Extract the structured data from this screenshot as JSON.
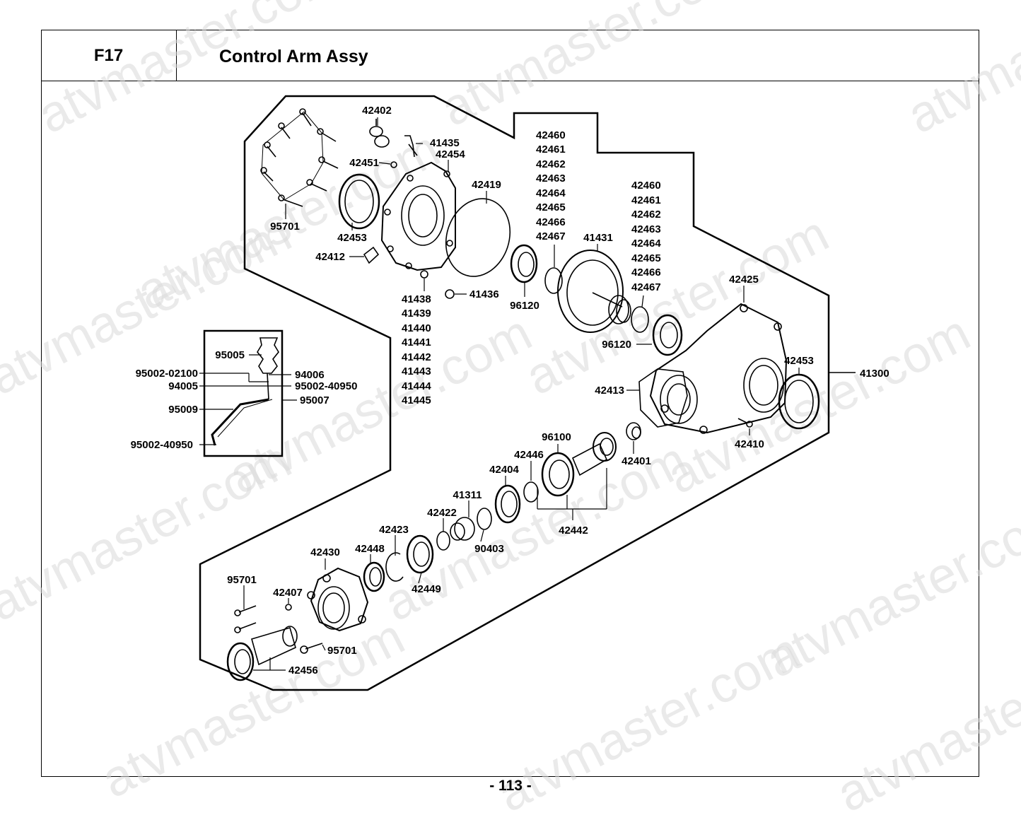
{
  "header": {
    "code": "F17",
    "title": "Control Arm Assy"
  },
  "page_number": "- 113 -",
  "watermark": "atvmaster.com",
  "assembly_number": "41300",
  "callouts": [
    {
      "id": "c1",
      "text": "42402"
    },
    {
      "id": "c2",
      "text": "41435"
    },
    {
      "id": "c3",
      "text": "42454"
    },
    {
      "id": "c4",
      "text": "42451"
    },
    {
      "id": "c5",
      "text": "42419"
    },
    {
      "id": "c6",
      "text": "95701"
    },
    {
      "id": "c7",
      "text": "42453"
    },
    {
      "id": "c8",
      "text": "42412"
    },
    {
      "id": "c9",
      "text": "41436"
    },
    {
      "id": "c10",
      "text": "96120"
    },
    {
      "id": "c11",
      "text": "41431"
    },
    {
      "id": "c12",
      "text": "96120"
    },
    {
      "id": "c13",
      "text": "42425"
    },
    {
      "id": "c14",
      "text": "42453"
    },
    {
      "id": "c15",
      "text": "41300"
    },
    {
      "id": "c16",
      "text": "42413"
    },
    {
      "id": "c17",
      "text": "42410"
    },
    {
      "id": "c18",
      "text": "42401"
    },
    {
      "id": "c19",
      "text": "96100"
    },
    {
      "id": "c20",
      "text": "42446"
    },
    {
      "id": "c21",
      "text": "42404"
    },
    {
      "id": "c22",
      "text": "41311"
    },
    {
      "id": "c23",
      "text": "42422"
    },
    {
      "id": "c24",
      "text": "90403"
    },
    {
      "id": "c25",
      "text": "42442"
    },
    {
      "id": "c26",
      "text": "42423"
    },
    {
      "id": "c27",
      "text": "42448"
    },
    {
      "id": "c28",
      "text": "42449"
    },
    {
      "id": "c29",
      "text": "42430"
    },
    {
      "id": "c30",
      "text": "95701"
    },
    {
      "id": "c31",
      "text": "42407"
    },
    {
      "id": "c32",
      "text": "95701"
    },
    {
      "id": "c33",
      "text": "42456"
    },
    {
      "id": "c34",
      "text": "95005"
    },
    {
      "id": "c35",
      "text": "95002-02100"
    },
    {
      "id": "c36",
      "text": "94006"
    },
    {
      "id": "c37",
      "text": "94005"
    },
    {
      "id": "c38",
      "text": "95002-40950"
    },
    {
      "id": "c39",
      "text": "95009"
    },
    {
      "id": "c40",
      "text": "95007"
    },
    {
      "id": "c41",
      "text": "95002-40950"
    }
  ],
  "stack_a": [
    "42460",
    "42461",
    "42462",
    "42463",
    "42464",
    "42465",
    "42466",
    "42467"
  ],
  "stack_b": [
    "42460",
    "42461",
    "42462",
    "42463",
    "42464",
    "42465",
    "42466",
    "42467"
  ],
  "stack_c": [
    "41438",
    "41439",
    "41440",
    "41441",
    "41442",
    "41443",
    "41444",
    "41445"
  ]
}
